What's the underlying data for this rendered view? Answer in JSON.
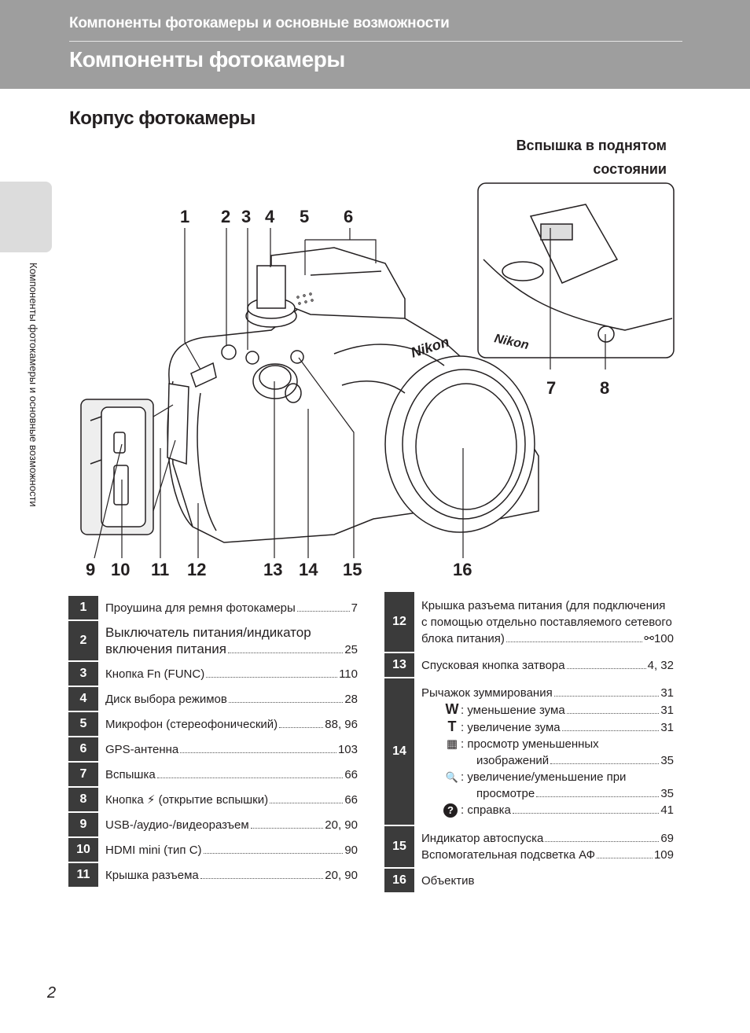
{
  "header": {
    "breadcrumb": "Компоненты фотокамеры и основные возможности",
    "title": "Компоненты фотокамеры"
  },
  "section_title": "Корпус фотокамеры",
  "side_tab_text": "Компоненты фотокамеры и основные возможности",
  "flash_label": [
    "Вспышка в поднятом",
    "состоянии"
  ],
  "callouts": [
    "1",
    "2",
    "3",
    "4",
    "5",
    "6",
    "7",
    "8",
    "9",
    "10",
    "11",
    "12",
    "13",
    "14",
    "15",
    "16"
  ],
  "camera_brand": "Nikon",
  "left_table": [
    {
      "n": "1",
      "text": "Проушина для ремня фотокамеры",
      "page": "7"
    },
    {
      "n": "2",
      "text1": "Выключатель питания/индикатор",
      "text": "включения питания",
      "page": "25"
    },
    {
      "n": "3",
      "text": "Кнопка Fn (FUNC)",
      "page": "110"
    },
    {
      "n": "4",
      "text": "Диск выбора режимов",
      "page": "28"
    },
    {
      "n": "5",
      "text": "Микрофон (стереофонический)",
      "page": "88, 96"
    },
    {
      "n": "6",
      "text": "GPS-антенна",
      "page": "103"
    },
    {
      "n": "7",
      "text": "Вспышка",
      "page": "66"
    },
    {
      "n": "8",
      "text": "Кнопка ⚡ (открытие вспышки)",
      "page": "66"
    },
    {
      "n": "9",
      "text": "USB-/аудио-/видеоразъем",
      "page": "20, 90"
    },
    {
      "n": "10",
      "text": "HDMI mini (тип C)",
      "page": "90"
    },
    {
      "n": "11",
      "text": "Крышка разъема",
      "page": "20, 90"
    }
  ],
  "right_table": {
    "r12": {
      "n": "12",
      "l1": "Крышка разъема питания (для подключения",
      "l2": "с помощью отдельно поставляемого сетевого",
      "l3": "блока питания)",
      "page": "100"
    },
    "r13": {
      "n": "13",
      "text": "Спусковая кнопка затвора",
      "page": "4, 32"
    },
    "r14": {
      "n": "14",
      "text": "Рычажок зуммирования",
      "page": "31",
      "w": {
        "icon": "W",
        "text": "уменьшение зума",
        "page": "31"
      },
      "t": {
        "icon": "T",
        "text": "увеличение зума",
        "page": "31"
      },
      "thumb": {
        "icon": "▦",
        "text1": "просмотр уменьшенных",
        "text2": "изображений",
        "page": "35"
      },
      "mag": {
        "icon": "🔍",
        "text1": "увеличение/уменьшение при",
        "text2": "просмотре",
        "page": "35"
      },
      "help": {
        "icon": "?",
        "text": "справка",
        "page": "41"
      }
    },
    "r15": {
      "n": "15",
      "l1": "Индикатор автоспуска",
      "p1": "69",
      "l2": "Вспомогательная подсветка АФ",
      "p2": "109"
    },
    "r16": {
      "n": "16",
      "text": "Объектив"
    }
  },
  "page_number": "2"
}
